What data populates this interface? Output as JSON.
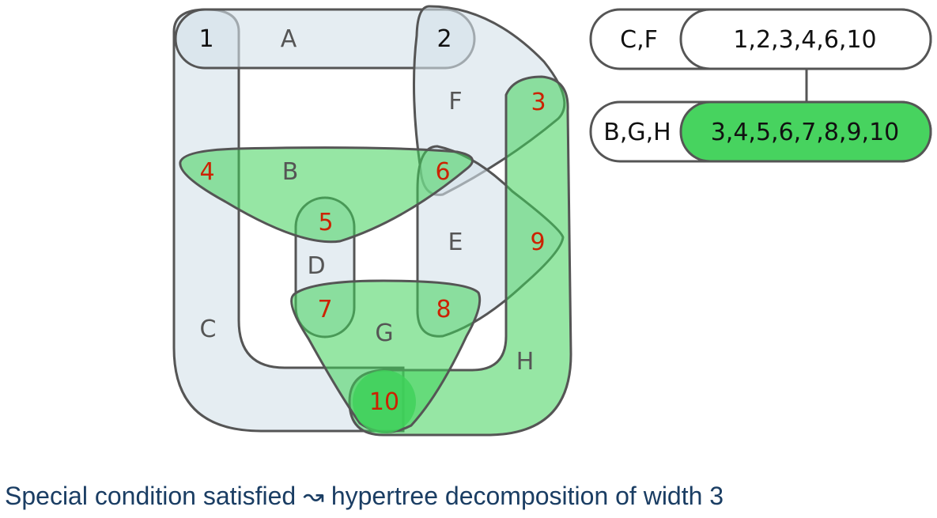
{
  "colors": {
    "blue_fill": "#d3e1e9",
    "green_fill": "#3fd15a",
    "stroke": "#555555",
    "red_label": "#cc2200",
    "caption": "#1a3d63"
  },
  "edges": {
    "A": "A",
    "B": "B",
    "C": "C",
    "D": "D",
    "E": "E",
    "F": "F",
    "G": "G",
    "H": "H"
  },
  "vertices": {
    "v1": "1",
    "v2": "2",
    "v3": "3",
    "v4": "4",
    "v5": "5",
    "v6": "6",
    "v7": "7",
    "v8": "8",
    "v9": "9",
    "v10": "10"
  },
  "tree": {
    "top": {
      "lambda": "C,F",
      "chi": "1,2,3,4,6,10"
    },
    "bottom": {
      "lambda": "B,G,H",
      "chi": "3,4,5,6,7,8,9,10"
    }
  },
  "caption": {
    "left": "Special condition satisfied",
    "arrow": "↝",
    "right": "hypertree decomposition of width 3"
  }
}
